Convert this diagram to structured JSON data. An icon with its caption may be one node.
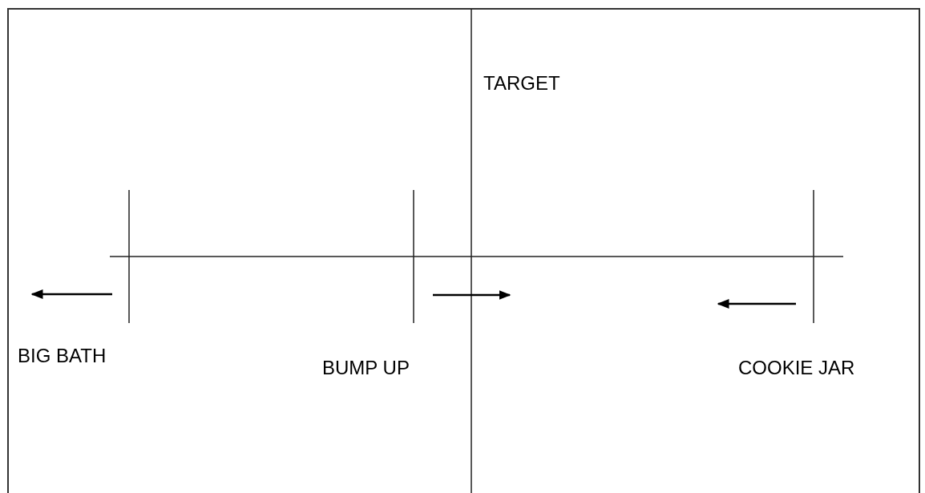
{
  "diagram": {
    "labels": [
      "TARGET",
      "BIG BATH",
      "BUMP UP",
      "COOKIE JAR"
    ]
  }
}
